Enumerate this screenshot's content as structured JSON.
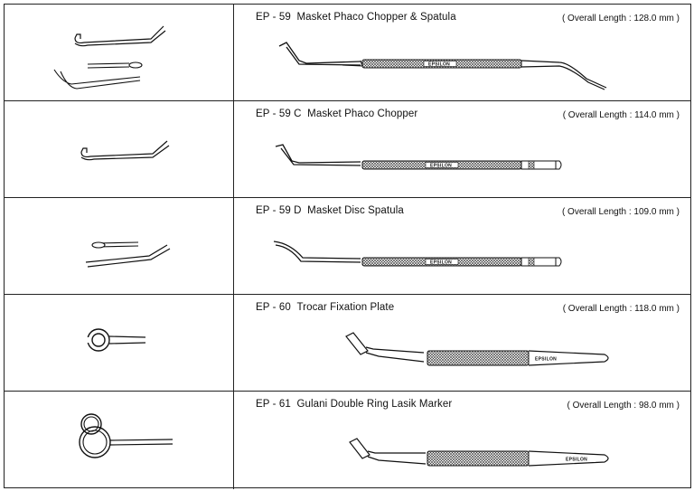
{
  "brand": "EPSILON",
  "products": [
    {
      "code": "EP - 59",
      "name": "Masket Phaco Chopper & Spatula",
      "length": "( Overall Length : 128.0 mm )"
    },
    {
      "code": "EP - 59 C",
      "name": "Masket Phaco Chopper",
      "length": "( Overall Length : 114.0 mm )"
    },
    {
      "code": "EP - 59 D",
      "name": "Masket Disc Spatula",
      "length": "( Overall Length : 109.0 mm )"
    },
    {
      "code": "EP - 60",
      "name": "Trocar Fixation Plate",
      "length": "( Overall Length : 118.0 mm )"
    },
    {
      "code": "EP - 61",
      "name": "Gulani Double Ring Lasik Marker",
      "length": "( Overall Length : 98.0 mm )"
    }
  ]
}
